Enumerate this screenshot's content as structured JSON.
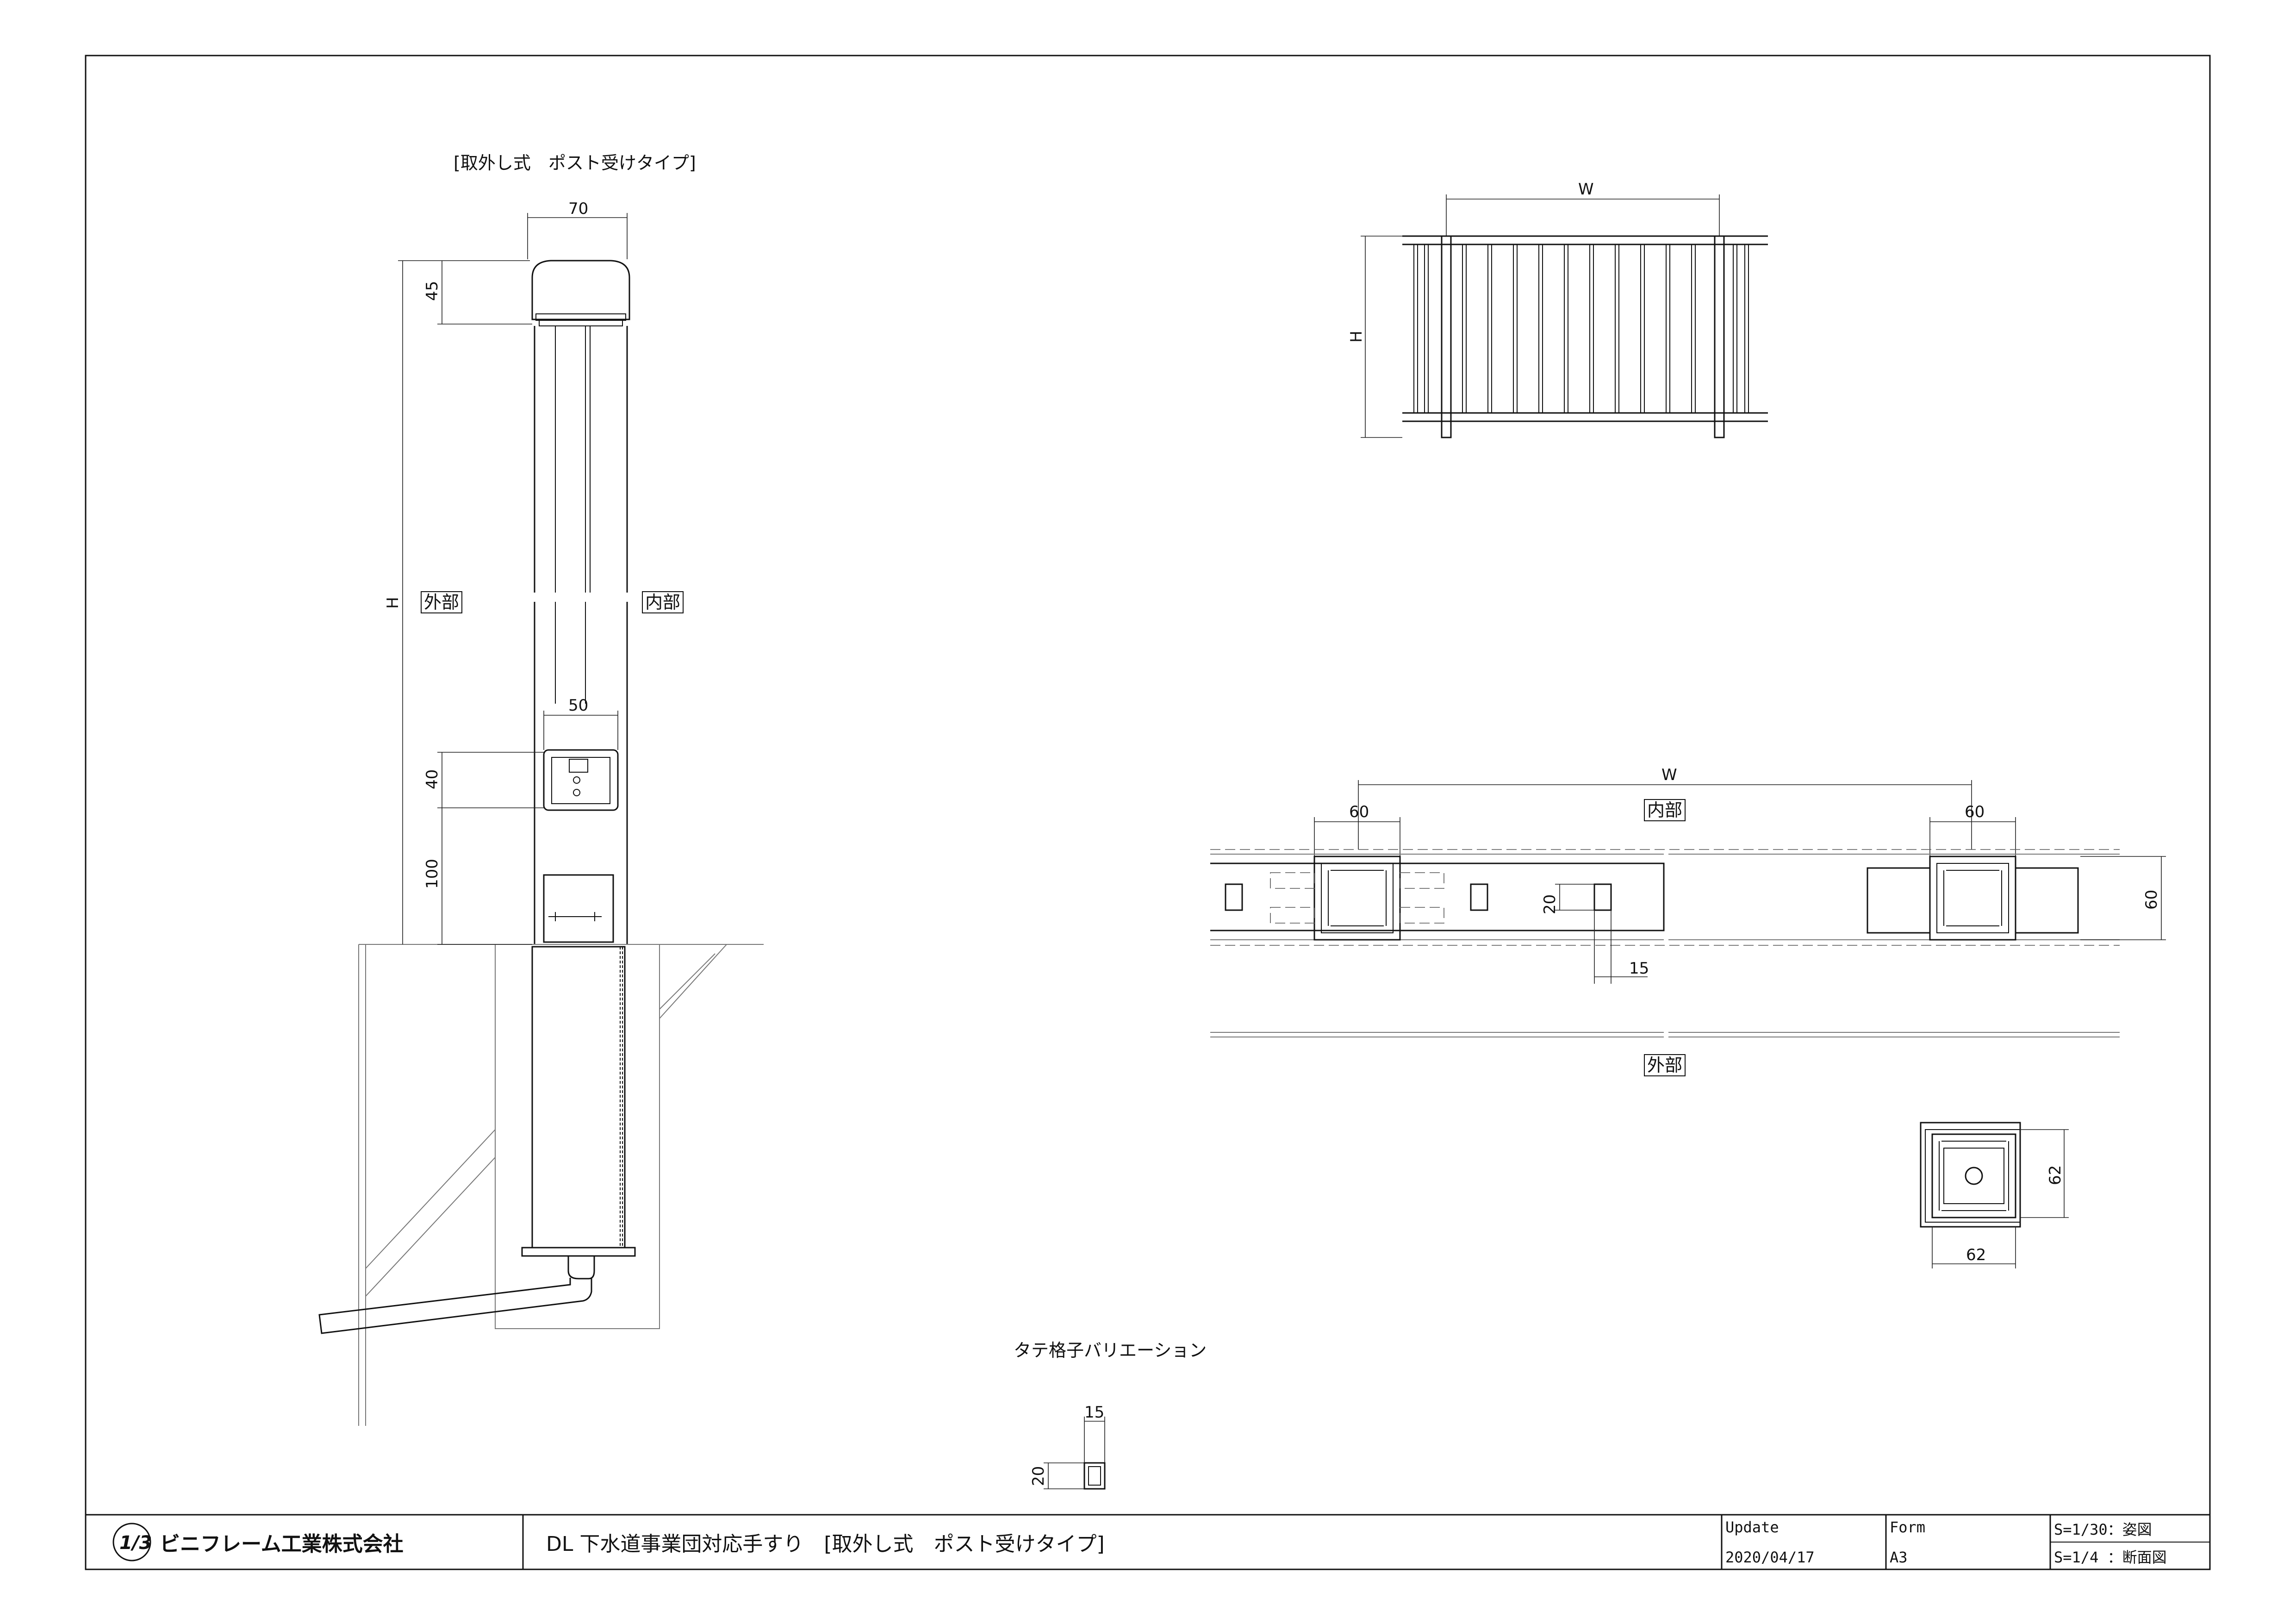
{
  "drawing": {
    "section_title": "[取外し式　ポスト受けタイプ]",
    "variation_title": "タテ格子バリエーション",
    "labels": {
      "outside": "外部",
      "inside": "内部"
    },
    "side_view_dims": {
      "cap_width": "70",
      "cap_height": "45",
      "total_height": "H",
      "bracket_width": "50",
      "bracket_height": "40",
      "bracket_offset": "100"
    },
    "elevation_dims": {
      "width": "W",
      "height": "H"
    },
    "plan_dims": {
      "width": "W",
      "post_left": "60",
      "post_right": "60",
      "depth": "60",
      "slot_height": "20",
      "slot_width": "15"
    },
    "section_dims": {
      "width": "62",
      "height": "62"
    },
    "bar_dims": {
      "width": "15",
      "height": "20"
    }
  },
  "title_block": {
    "company": "ビニフレーム工業株式会社",
    "logo_text": "1/3",
    "drawing_name": "DL 下水道事業団対応手すり　[取外し式　ポスト受けタイプ]",
    "update_label": "Update",
    "update_value": "2020/04/17",
    "form_label": "Form",
    "form_value": "A3",
    "scale_1": "S=1/30：姿図",
    "scale_2": "S=1/4 ：断面図"
  }
}
